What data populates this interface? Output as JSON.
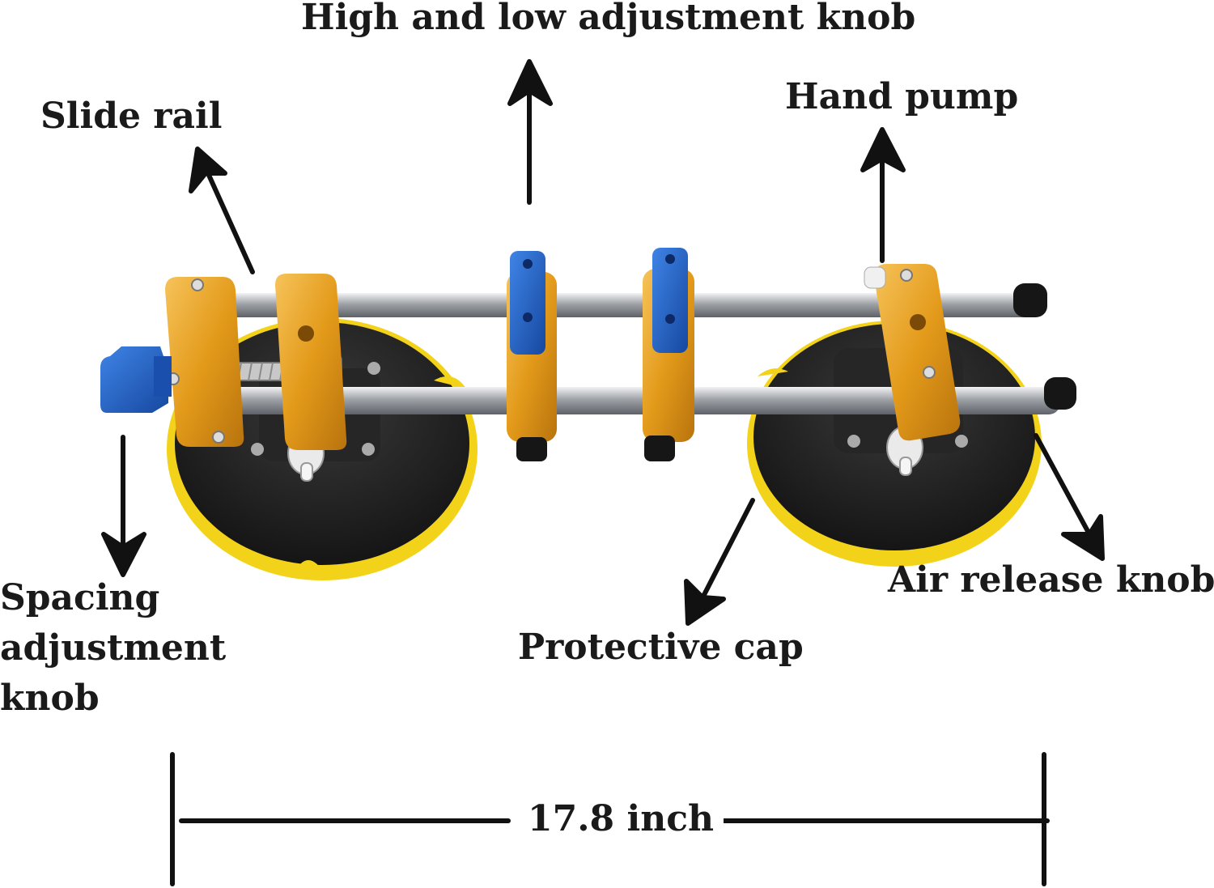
{
  "labels": {
    "high_low_knob": "High and low adjustment knob",
    "slide_rail": "Slide rail",
    "hand_pump": "Hand pump",
    "spacing_knob": "Spacing adjustment knob",
    "protective_cap": "Protective cap",
    "air_release_knob": "Air release knob",
    "dimension": "17.8 inch"
  },
  "colors": {
    "frame_orange": "#e9a21f",
    "knob_blue": "#1f5fc4",
    "pad_black": "#1c1c1c",
    "pad_rim_yellow": "#f3d21a",
    "rail_steel": "#b9bcc0",
    "arrow_black": "#111111"
  }
}
